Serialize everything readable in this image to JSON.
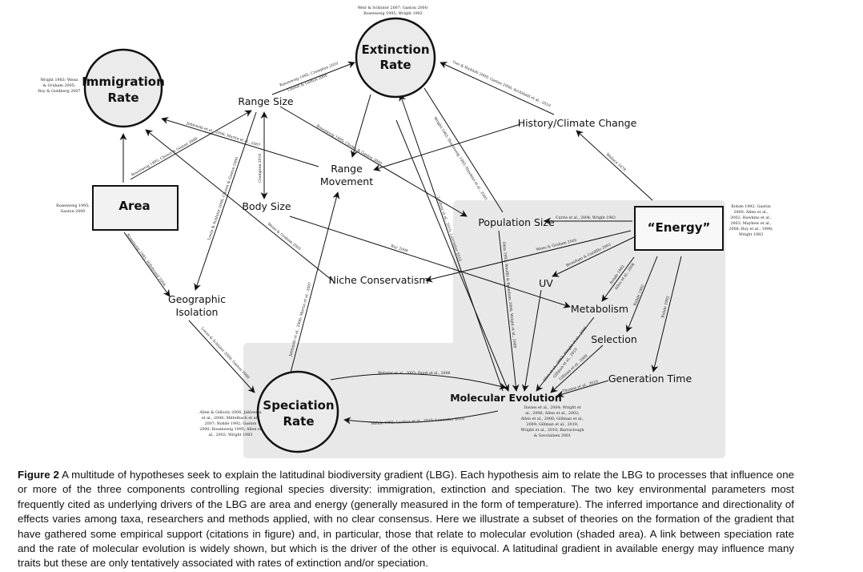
{
  "nodes": {
    "extinction": {
      "label": [
        "Extinction",
        "Rate"
      ],
      "citation": [
        "Weir & Schluter 2007; Gaston 2000;",
        "Rosenweig 1995; Wright 1983"
      ]
    },
    "immigration": {
      "label": [
        "Immigration",
        "Rate"
      ],
      "citation": [
        "Wright 1983; Weiss",
        "& Graham 2005;",
        "Roy & Goldberg 2007"
      ]
    },
    "speciation": {
      "label": [
        "Speciation",
        "Rate"
      ],
      "citation": [
        "Allen & Gillooly 2006; Jablonski",
        "et al., 2006; Mittelbach et al.,",
        "2007; Rohde 1992; Gaston",
        "2000; Rosenweig 1995; Allen et",
        "al., 2002; Wright 1983"
      ]
    },
    "area": {
      "label": "Area",
      "citation": [
        "Rosenweig 1995;",
        "Gaston 2000"
      ]
    },
    "energy": {
      "label": "“Energy”",
      "citation": [
        "Rohde 1992; Gaston",
        "2000; Allen et al.,",
        "2002; Hawkins et al.,",
        "2003; Mayhew et al.,",
        "2008; Roy et al., 1998;",
        "Wright 1983"
      ]
    },
    "range_size": {
      "label": "Range Size"
    },
    "range_movement": {
      "label": [
        "Range",
        "Movement"
      ]
    },
    "body_size": {
      "label": "Body Size"
    },
    "history_climate": {
      "label": "History/Climate Change"
    },
    "population_size": {
      "label": "Population Size"
    },
    "niche_conservatism": {
      "label": "Niche Conservatism"
    },
    "uv": {
      "label": "UV"
    },
    "metabolism": {
      "label": "Metabolism"
    },
    "selection": {
      "label": "Selection"
    },
    "generation_time": {
      "label": "Generation Time"
    },
    "geographic_isolation": {
      "label": [
        "Geographic",
        "Isolation"
      ]
    },
    "molecular_evolution": {
      "label": "Molecular Evolution",
      "citation": [
        "Davies et al., 2004; Wright et",
        "al., 2006; Allen et al., 2002;",
        "Allen et al., 2006; Gillman et al.,",
        "2009; Gillman et al., 2010;",
        "Wright et al., 2010; Barraclough",
        "& Savolainen 2001"
      ]
    }
  },
  "edge_citations": {
    "range_to_extinction": [
      "Rosenweig 1995; Crampton 2010",
      "Chown & Gaston 2000"
    ],
    "history_to_extinction": "Guo & Ricklefs 2000; Gaston 2000; Archibald et al., 2010",
    "history_from_energy": "Wallace 1878",
    "area_to_range": "Rosenweig 1995; Chown & Gaston 2000",
    "movement_to_immigration": "Jablonski et al., 2006; Martin et al., 2007",
    "bodysize_to_range": "Crampton 2010",
    "range_to_isolation": "Loeza & Schluter 2008; Chown & Gaston 2000",
    "range_to_popsize": "Rosenweig 1995; Chown & Gaston 2000",
    "extinction_popsize": "Wright 1983; Rosenweig 1995; Hawkins et al., 2003",
    "niche_to_immigration": "Weiss & Graham 2005",
    "bodysize_to_metabolism": "Roy 2008",
    "area_to_isolation": "Rosenweig 1995; Hillebrand 2004",
    "isolation_to_speciation": "Loeza & Schluter 2008; Gaston 2000",
    "speciation_to_movement": "Jablonski et al., 2006; Martin et al., 2007",
    "molevo_to_extinction": "Lanfear et al., 2010; Lancaster 2010",
    "popsize_to_molevo": "Ohta 1992; Woolfit & Bromham 2006; Wright et al., 2009",
    "energy_to_popsize": "Currie et al., 2004; Wright 1983",
    "energy_to_niche": "Weiss & Graham 2005",
    "energy_to_uv": "Bromham & Cardillo 2003",
    "energy_to_metabolism": [
      "Rohde 1992",
      "Allen et al., 2006"
    ],
    "energy_to_selection": "Rohde 1992",
    "energy_to_gentime": "Rohde 1992",
    "metabolism_to_molevo": [
      "Allen et al., 2002; Wright et al., 2006",
      "Gillman et al., 2010"
    ],
    "selection_to_molevo": "Gillman et al., 2009",
    "gentime_to_molevo": "Thomas et al., 2010",
    "speciation_to_molevo": "Webster et al., 2003; Pagel et al., 2006",
    "molevo_to_speciation": "Rohde 1992; Lanfear et al., 2010; Lancaster 2010"
  },
  "caption": {
    "label": "Figure 2",
    "text": "A multitude of hypotheses seek to explain the latitudinal biodiversity gradient (LBG). Each hypothesis aim to relate the LBG to processes that influence one or more of the three components controlling regional species diversity: immigration, extinction and speciation. The two key environmental parameters most frequently cited as underlying drivers of the LBG are area and energy (generally measured in the form of temperature). The inferred importance and directionality of effects varies among taxa, researchers and methods applied, with no clear consensus. Here we illustrate a subset of theories on the formation of the gradient that have gathered some empirical support (citations in figure) and, in particular, those that relate to molecular evolution (shaded area). A link between speciation rate and the rate of molecular evolution is widely shown, but which is the driver of the other is equivocal. A latitudinal gradient in available energy may influence many traits but these are only tentatively associated with rates of extinction and/or speciation."
  },
  "colors": {
    "shaded_area": "#e8e8e8",
    "node_fill": "#ebebeb",
    "box_fill": "#f2f2f2",
    "line": "#111111"
  }
}
